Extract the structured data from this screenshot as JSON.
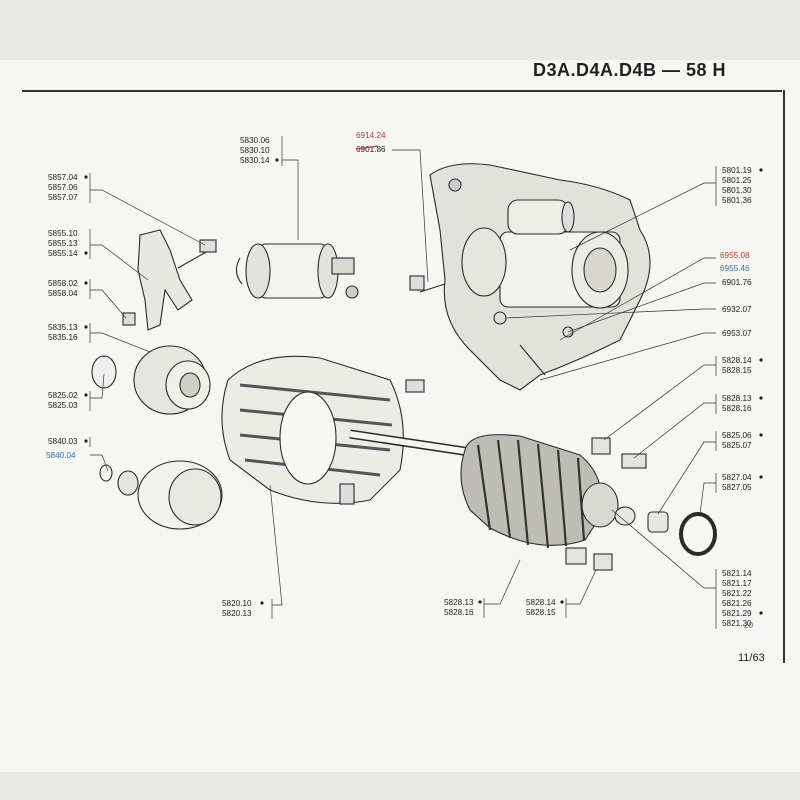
{
  "header": {
    "title": "D3A.D4A.D4B — 58 H"
  },
  "page_number": "11/63",
  "groups": {
    "solenoid": [
      "5830.06",
      "5830.10",
      "5830.14"
    ],
    "bolt_top": [
      "6914.24",
      "6901.86"
    ],
    "lever_screw": [
      "5857.04",
      "5857.06",
      "5857.07"
    ],
    "lever": [
      "5855.10",
      "5855.13",
      "5855.14"
    ],
    "nut": [
      "5858.02",
      "5858.04"
    ],
    "drive": [
      "5835.13",
      "5835.16"
    ],
    "bush_left": [
      "5825.02",
      "5825.03"
    ],
    "ring": [
      "5840.03",
      "5840.04"
    ],
    "field_coil": [
      "5820.10",
      "5820.13"
    ],
    "starter": [
      "5801.19",
      "5801.25",
      "5801.30",
      "5801.36"
    ],
    "screw_right": [
      "6955.08",
      "6955.46"
    ],
    "washer_1": [
      "6901.76"
    ],
    "washer_2": [
      "6932.07"
    ],
    "washer_3": [
      "6953.07"
    ],
    "brush_a": [
      "5828.14",
      "5828.15"
    ],
    "brush_b": [
      "5828.13",
      "5828.16"
    ],
    "bush_right": [
      "5825.06",
      "5825.07"
    ],
    "end_cap": [
      "5827.04",
      "5827.05"
    ],
    "armature": [
      "5821.14",
      "5821.17",
      "5821.22",
      "5821.26",
      "5821.29",
      "5821.30"
    ],
    "brush_bottom_a": [
      "5828.13",
      "5828.16"
    ],
    "brush_bottom_b": [
      "5828.14",
      "5828.15"
    ]
  },
  "annotations": {
    "armature_note": "20"
  }
}
